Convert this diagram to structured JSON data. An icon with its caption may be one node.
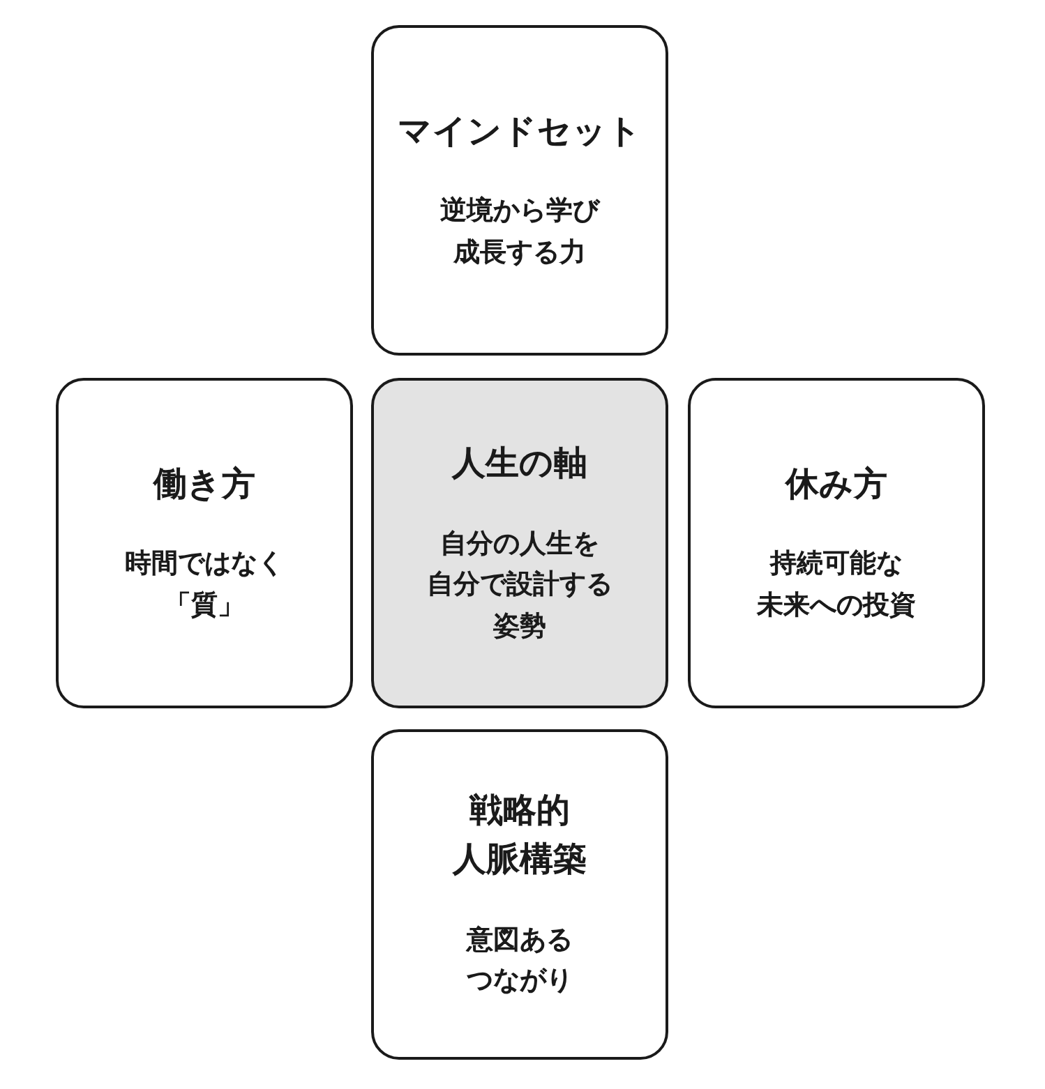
{
  "diagram": {
    "nodes": [
      {
        "text": [
          "マインドセット",
          "逆境から学び成長する力"
        ]
      },
      {
        "text": [
          "働き方",
          "時間ではなく「質」"
        ]
      },
      {
        "text": [
          "人生の軸",
          "自分の人生を自分で設計する姿勢"
        ]
      },
      {
        "text": [
          "休み方",
          "持続可能な未来への投資"
        ]
      },
      {
        "text": [
          "戦略的人脈構築",
          "意図あるつながり"
        ]
      }
    ]
  }
}
